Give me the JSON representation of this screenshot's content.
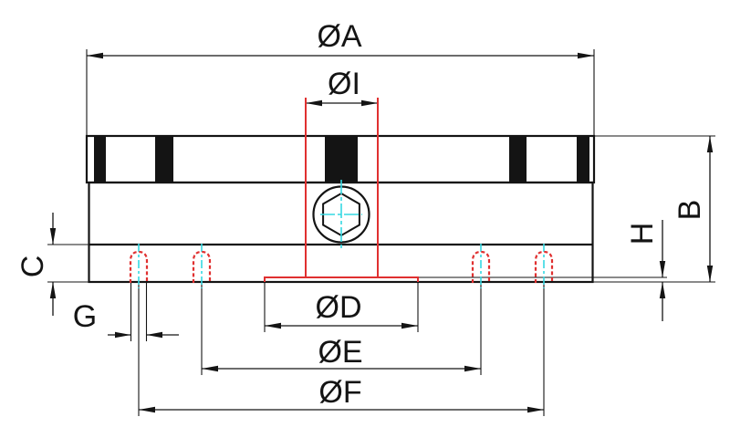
{
  "drawing": {
    "title": "flange-cross-section",
    "dimensions": {
      "outer_diameter": "ØA",
      "bore_diameter": "ØI",
      "total_height": "B",
      "recess_depth": "H",
      "flange_thickness": "C",
      "stud_hole_width": "G",
      "recess_diameter": "ØD",
      "inner_bolt_circle": "ØE",
      "outer_bolt_circle": "ØF"
    },
    "colors": {
      "line": "#141414",
      "highlight_red": "#e03030",
      "centerline_cyan": "#35d8e2",
      "background": "#ffffff"
    }
  }
}
